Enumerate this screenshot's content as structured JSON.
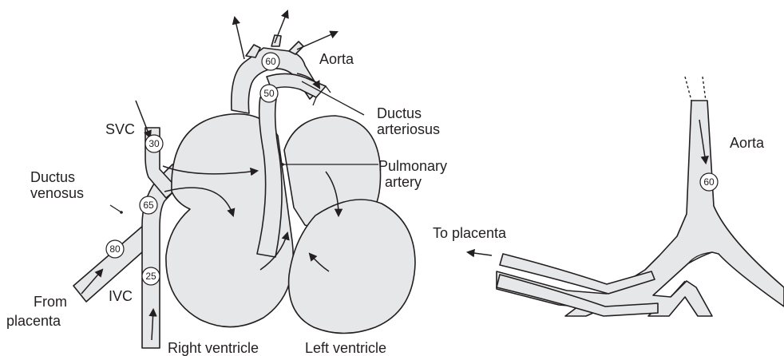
{
  "labels": {
    "aorta_fetal": "Aorta",
    "ductus_arteriosus": [
      "Ductus",
      "arteriosus"
    ],
    "svc": "SVC",
    "pulmonary_artery": [
      "Pulmonary",
      "artery"
    ],
    "ductus_venosus": [
      "Ductus",
      "venosus"
    ],
    "from_placenta": [
      "From",
      "placenta"
    ],
    "ivc": "IVC",
    "right_ventricle": "Right ventricle",
    "left_ventricle": "Left ventricle",
    "aorta_lower": "Aorta",
    "to_placenta": "To placenta"
  },
  "saturations": {
    "aortic_arch": "60",
    "ductus": "50",
    "svc": "30",
    "ivc_upper": "65",
    "ductus_venosus": "80",
    "ivc_lower": "25",
    "descending_aorta": "60"
  },
  "colors": {
    "fill": "#e6e7e8",
    "stroke": "#231f20",
    "background": "#ffffff"
  }
}
